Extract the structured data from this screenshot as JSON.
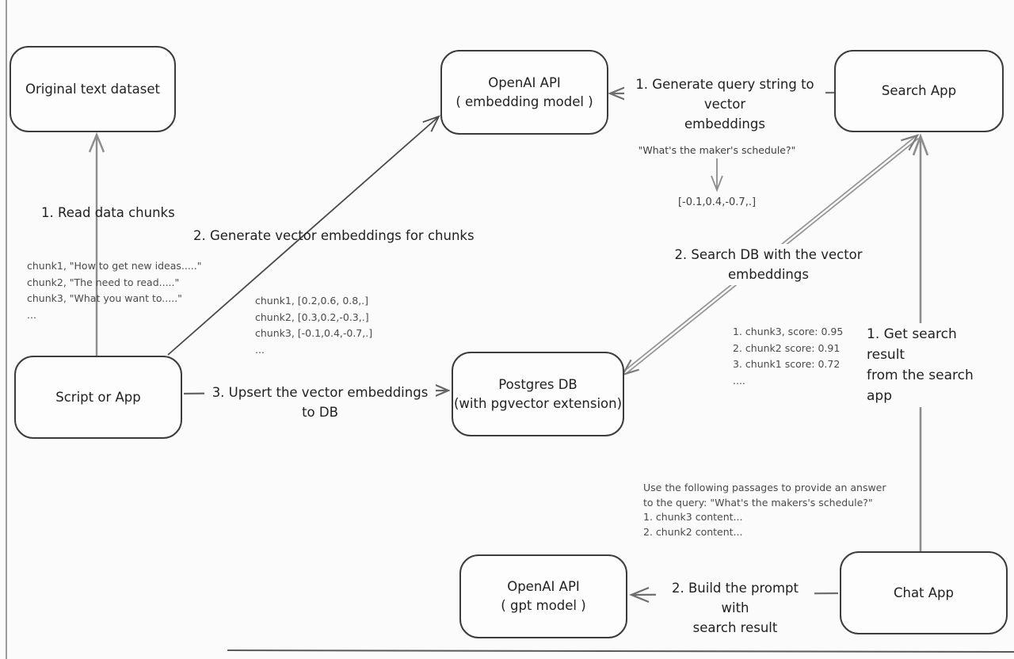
{
  "nodes": {
    "original_dataset": {
      "label": "Original text dataset"
    },
    "openai_embedding": {
      "label": "OpenAI API",
      "sublabel": "( embedding model )"
    },
    "search_app": {
      "label": "Search App"
    },
    "script_or_app": {
      "label": "Script or App"
    },
    "postgres_db": {
      "label": "Postgres DB",
      "sublabel": "(with pgvector extension)"
    },
    "openai_gpt": {
      "label": "OpenAI API",
      "sublabel": "( gpt model )"
    },
    "chat_app": {
      "label": "Chat App"
    }
  },
  "labels": {
    "read_chunks": "1. Read data chunks",
    "generate_embeddings": "2. Generate vector embeddings for chunks",
    "upsert": "3. Upsert the vector embeddings to DB",
    "query_to_vector_line1": "1. Generate query string to vector",
    "query_to_vector_line2": "embeddings",
    "search_db": "2. Search DB with the vector embeddings",
    "get_result_line1": "1. Get search result",
    "get_result_line2": "from the search app",
    "build_prompt_line1": "2. Build the prompt with",
    "build_prompt_line2": "search result",
    "query_string": "\"What's the maker's schedule?\"",
    "query_vector": "[-0.1,0.4,-0.7,.]"
  },
  "annotations": {
    "chunks_text": [
      "chunk1, \"How to get new ideas.....\"",
      "chunk2, \"The need to read.....\"",
      "chunk3, \"What you want to.....\"",
      "..."
    ],
    "chunk_vectors": [
      "chunk1, [0.2,0.6, 0.8,.]",
      "chunk2, [0.3,0.2,-0.3,.]",
      "chunk3, [-0.1,0.4,-0.7,.]",
      "..."
    ],
    "search_results": [
      "1. chunk3, score: 0.95",
      "2. chunk2 score: 0.91",
      "3. chunk1 score: 0.72",
      "...."
    ],
    "prompt_text": [
      "Use the following passages to provide an answer",
      "to the query: \"What's the makers's schedule?\"",
      "1. chunk3 content...",
      "2. chunk2 content..."
    ]
  },
  "colors": {
    "box_border": "#3c3c3c",
    "dark_line": "#4a4a4a",
    "mid_line": "#666666",
    "gray_line": "#8d8d8d",
    "background": "#fbfbfb"
  }
}
